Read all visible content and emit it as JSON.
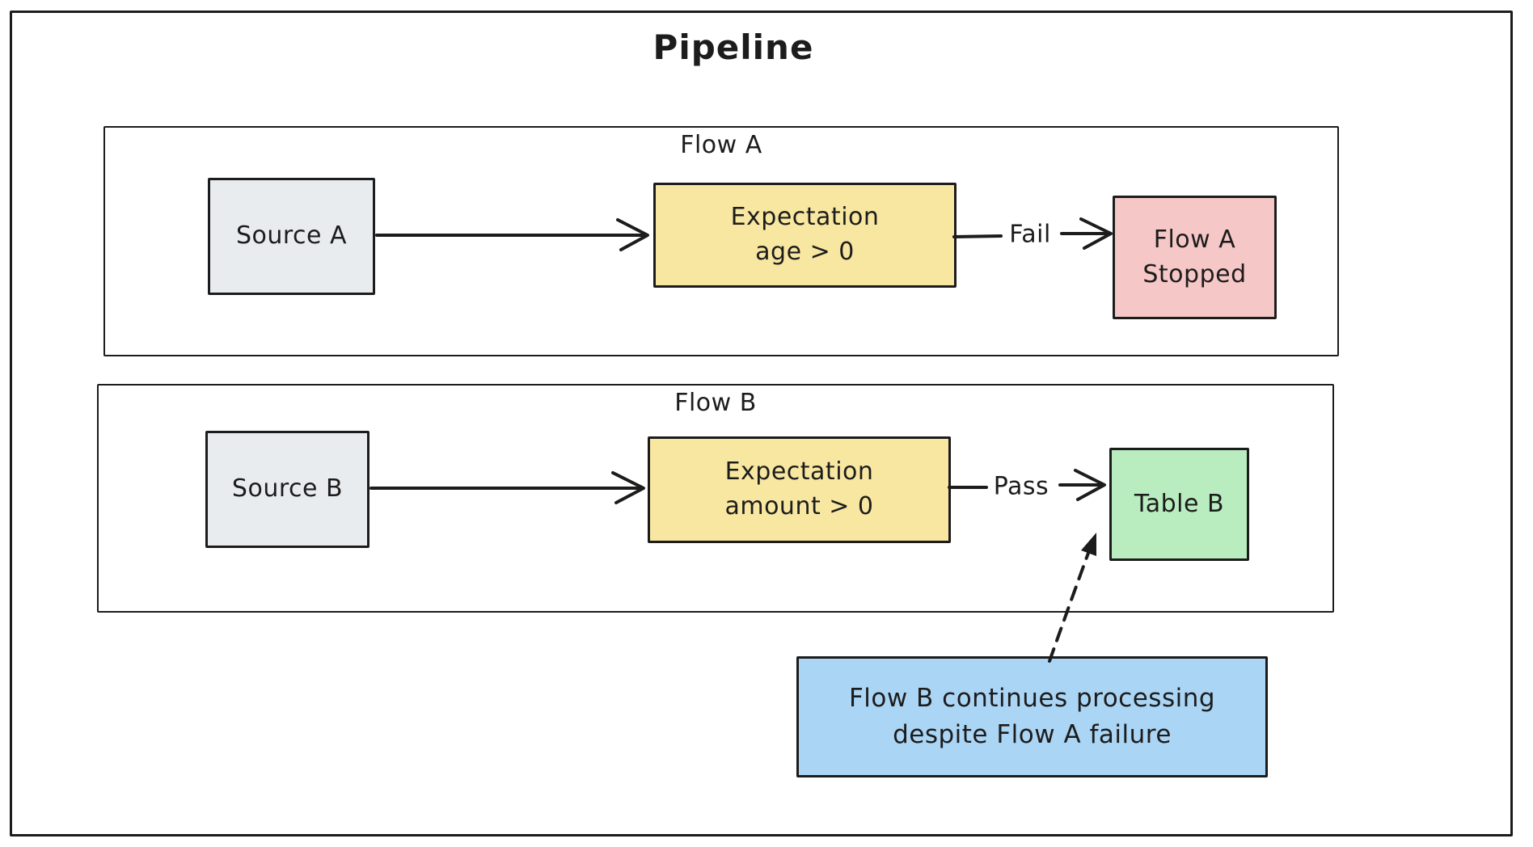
{
  "title": "Pipeline",
  "flow_a": {
    "label": "Flow A",
    "source_label": "Source A",
    "expectation": {
      "line1": "Expectation",
      "line2": "age > 0"
    },
    "edge_label": "Fail",
    "result": {
      "line1": "Flow A",
      "line2": "Stopped"
    }
  },
  "flow_b": {
    "label": "Flow B",
    "source_label": "Source B",
    "expectation": {
      "line1": "Expectation",
      "line2": "amount > 0"
    },
    "edge_label": "Pass",
    "result_label": "Table B"
  },
  "note": {
    "line1": "Flow B continues processing",
    "line2": "despite Flow A failure"
  },
  "colors": {
    "stroke": "#1c1c1c",
    "source_fill": "#e9ecef",
    "expectation_fill": "#f8e7a1",
    "fail_fill": "#f6c7c7",
    "pass_fill": "#b9edbf",
    "note_fill": "#abd5f5"
  }
}
